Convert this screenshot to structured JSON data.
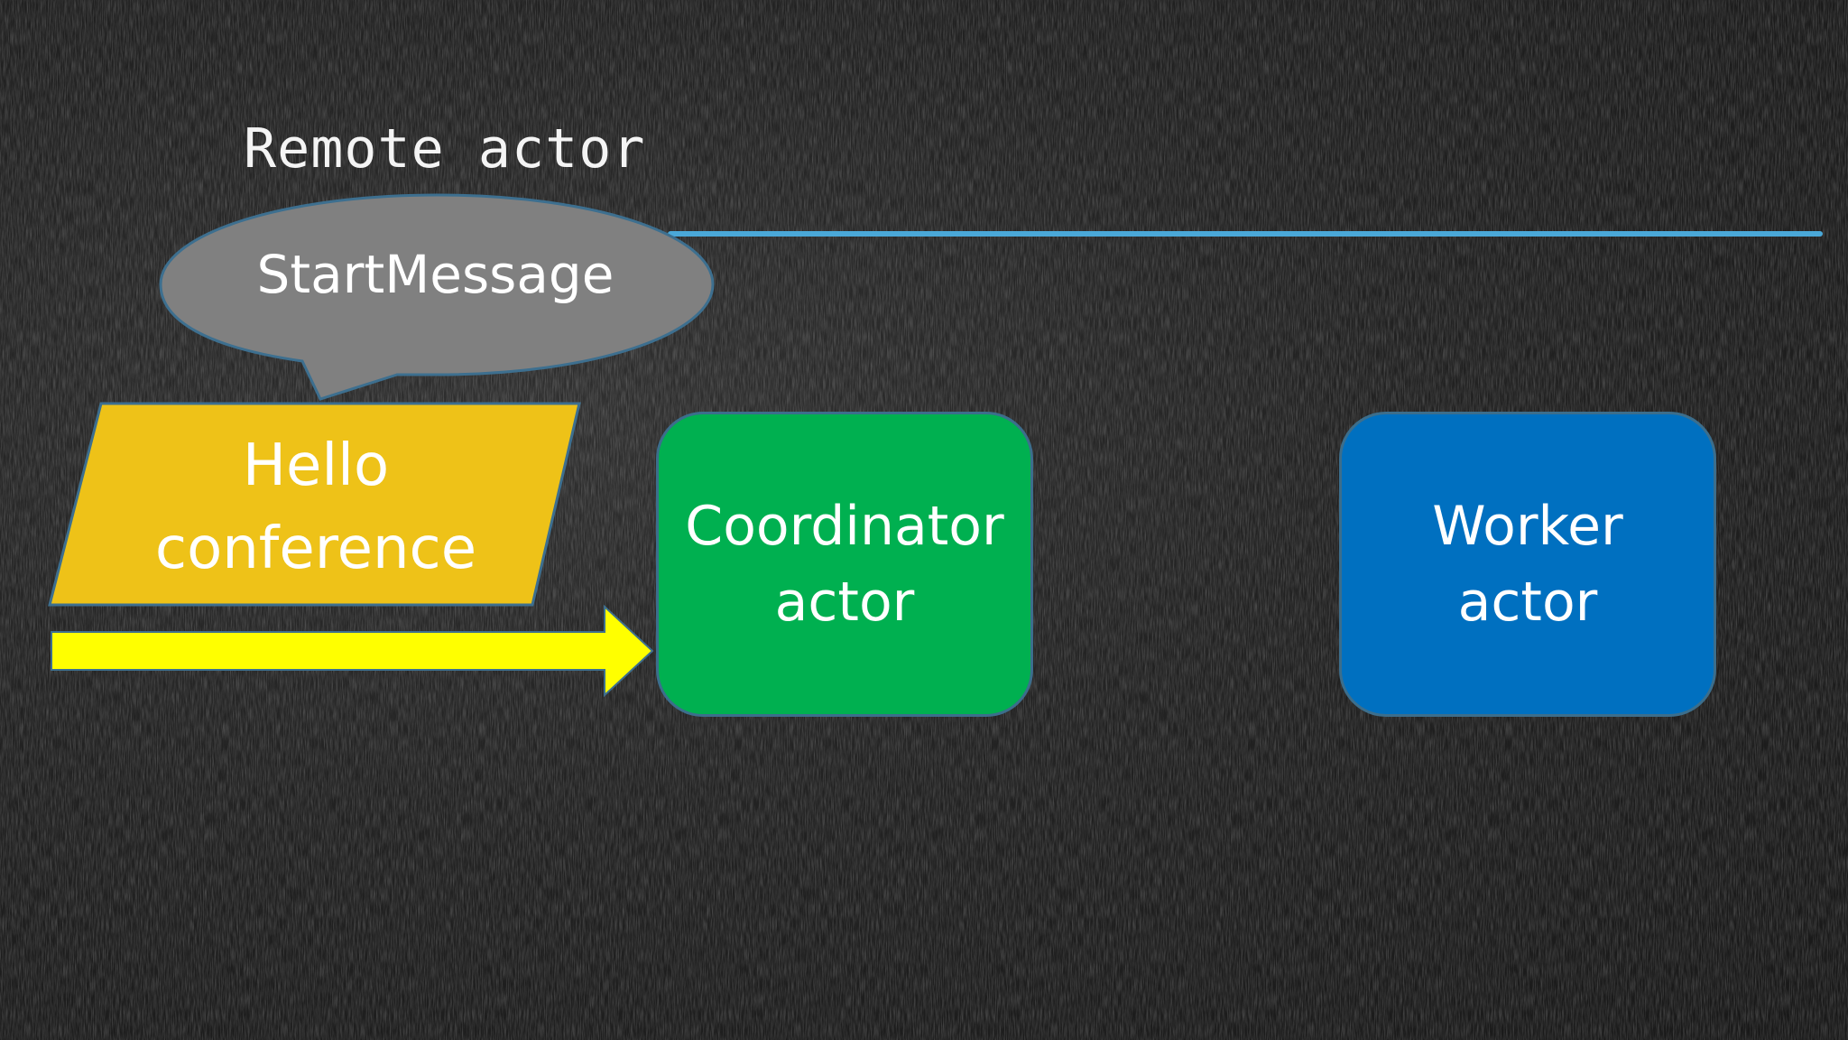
{
  "remote_label": "Remote actor",
  "bubble_text": "StartMessage",
  "message": {
    "line1": "Hello",
    "line2": "conference"
  },
  "coordinator": {
    "line1": "Coordinator",
    "line2": "actor"
  },
  "worker": {
    "line1": "Worker",
    "line2": "actor"
  },
  "colors": {
    "background": "#1e1e1e",
    "remote_line": "#4aa8d8",
    "bubble_fill": "#808080",
    "bubble_stroke": "#3d6f8f",
    "message_fill": "#eec218",
    "arrow_fill": "#ffff00",
    "coordinator_fill": "#00b050",
    "worker_fill": "#0070c0"
  }
}
